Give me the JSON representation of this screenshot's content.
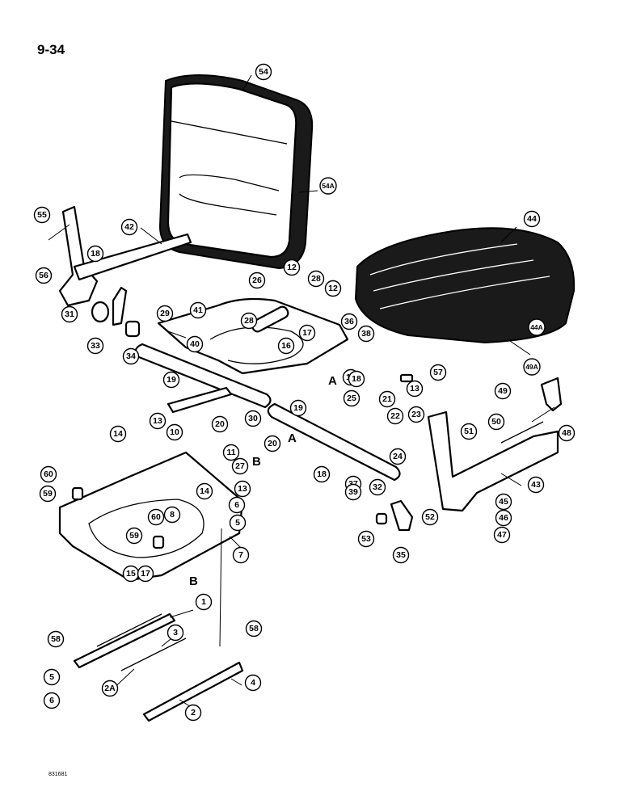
{
  "page_number": "9-34",
  "footer_code": "831681",
  "section_markers": [
    "A",
    "A",
    "B",
    "B"
  ],
  "callouts": [
    "1",
    "2",
    "2A",
    "3",
    "4",
    "5",
    "5",
    "6",
    "6",
    "7",
    "8",
    "10",
    "11",
    "12",
    "12",
    "13",
    "13",
    "13",
    "14",
    "14",
    "15",
    "16",
    "16",
    "17",
    "17",
    "18",
    "18",
    "18",
    "19",
    "19",
    "20",
    "20",
    "21",
    "22",
    "23",
    "24",
    "25",
    "26",
    "27",
    "28",
    "28",
    "29",
    "30",
    "31",
    "32",
    "33",
    "34",
    "35",
    "36",
    "37",
    "38",
    "39",
    "40",
    "41",
    "42",
    "43",
    "44",
    "44A",
    "45",
    "46",
    "47",
    "48",
    "49",
    "49A",
    "50",
    "51",
    "52",
    "53",
    "54",
    "54A",
    "55",
    "56",
    "57",
    "58",
    "58",
    "59",
    "59",
    "60",
    "60"
  ]
}
